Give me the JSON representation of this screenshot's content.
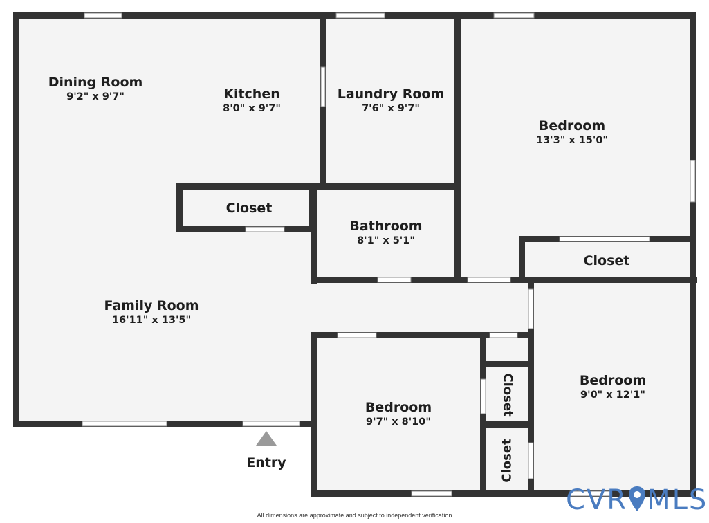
{
  "rooms": {
    "dining": {
      "name": "Dining Room",
      "dims": "9'2\" x 9'7\""
    },
    "kitchen": {
      "name": "Kitchen",
      "dims": "8'0\" x 9'7\""
    },
    "laundry": {
      "name": "Laundry Room",
      "dims": "7'6\" x 9'7\""
    },
    "bedroom_main": {
      "name": "Bedroom",
      "dims": "13'3\" x 15'0\""
    },
    "closet_hall": {
      "name": "Closet"
    },
    "bathroom": {
      "name": "Bathroom",
      "dims": "8'1\" x 5'1\""
    },
    "closet_right": {
      "name": "Closet"
    },
    "family": {
      "name": "Family Room",
      "dims": "16'11\" x 13'5\""
    },
    "bedroom_right": {
      "name": "Bedroom",
      "dims": "9'0\" x 12'1\""
    },
    "bedroom_bottom": {
      "name": "Bedroom",
      "dims": "9'7\" x 8'10\""
    },
    "closet_v1": {
      "name": "Closet"
    },
    "closet_v2": {
      "name": "Closet"
    }
  },
  "entry": {
    "label": "Entry"
  },
  "footer": {
    "disclaimer": "All dimensions are approximate and subject to independent verification"
  },
  "brand": {
    "text_left": "CVR",
    "text_right": "MLS",
    "color": "#4a7cc0"
  },
  "colors": {
    "wall": "#333333",
    "floor": "#f4f4f4",
    "window": "#ffffff",
    "entry_marker": "#9a9a9a"
  }
}
